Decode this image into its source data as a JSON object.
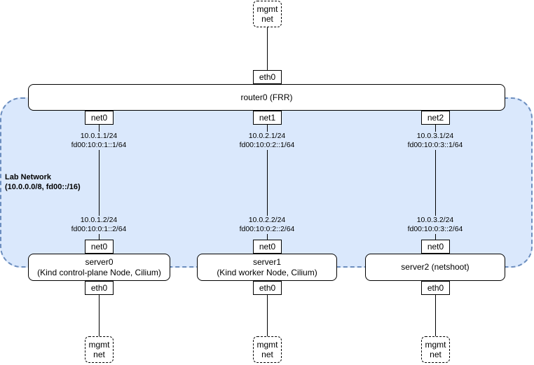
{
  "lab_network": {
    "title": "Lab Network",
    "subnet": "(10.0.0.0/8, fd00::/16)"
  },
  "router": {
    "label": "router0 (FRR)",
    "eth0": "eth0",
    "ports": [
      {
        "port": "net0",
        "ipv4": "10.0.1.1/24",
        "ipv6": "fd00:10:0:1::1/64"
      },
      {
        "port": "net1",
        "ipv4": "10.0.2.1/24",
        "ipv6": "fd00:10:0:2::1/64"
      },
      {
        "port": "net2",
        "ipv4": "10.0.3.1/24",
        "ipv6": "fd00:10:0:3::1/64"
      }
    ]
  },
  "servers": [
    {
      "name": "server0",
      "role": "(Kind control-plane Node, Cilium)",
      "port": "net0",
      "ipv4": "10.0.1.2/24",
      "ipv6": "fd00:10:0:1::2/64",
      "eth": "eth0"
    },
    {
      "name": "server1",
      "role": "(Kind worker Node, Cilium)",
      "port": "net0",
      "ipv4": "10.0.2.2/24",
      "ipv6": "fd00:10:0:2::2/64",
      "eth": "eth0"
    },
    {
      "name": "server2 (netshoot)",
      "role": "",
      "port": "net0",
      "ipv4": "10.0.3.2/24",
      "ipv6": "fd00:10:0:3::2/64",
      "eth": "eth0"
    }
  ],
  "mgmt": {
    "line1": "mgmt",
    "line2": "net"
  }
}
